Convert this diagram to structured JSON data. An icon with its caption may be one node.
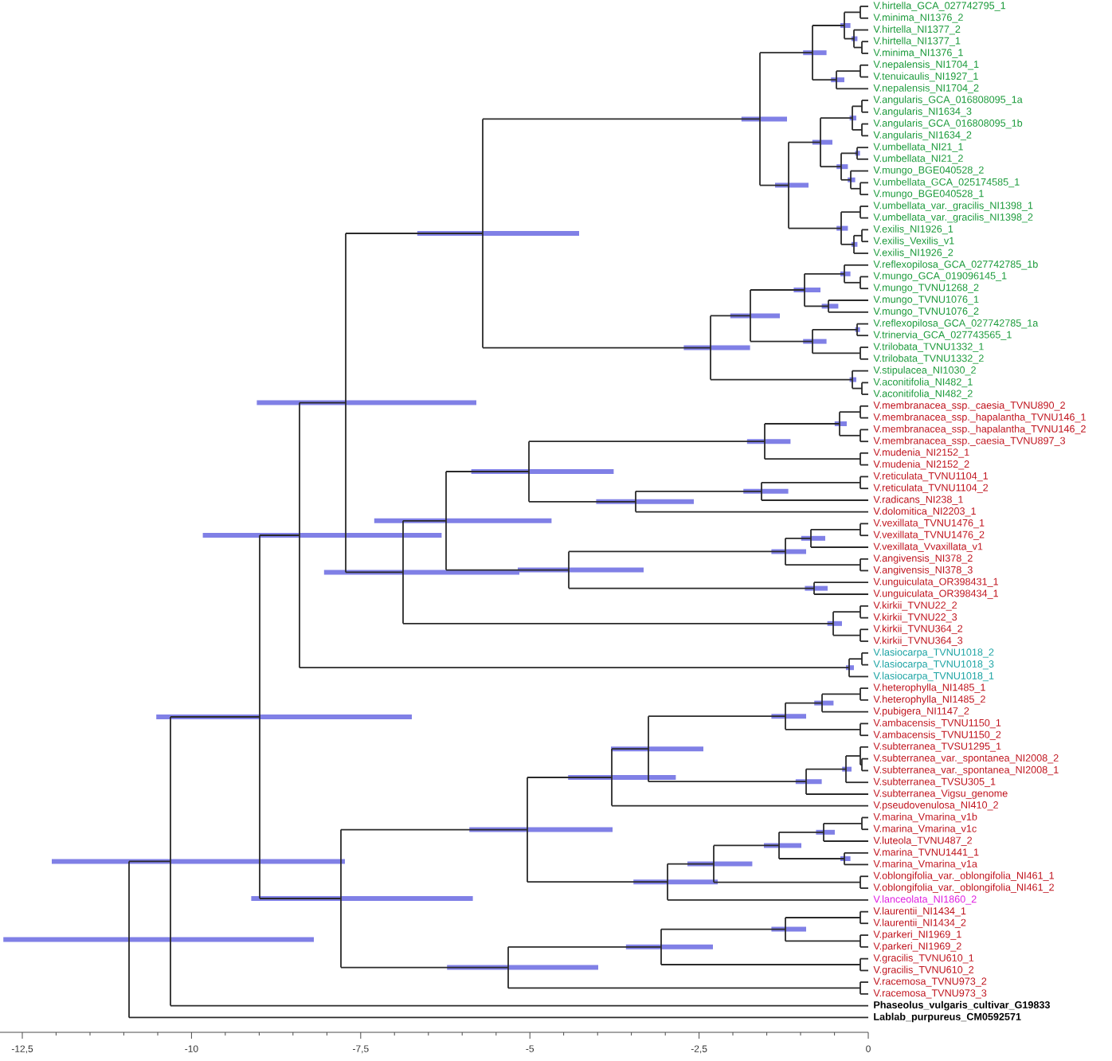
{
  "diagram": {
    "labels": [
      "V.hirtella_GCA_027742795_1",
      "V.minima_NI1376_2",
      "V.hirtella_NI1377_2",
      "V.hirtella_NI1377_1",
      "V.minima_NI1376_1",
      "V.nepalensis_NI1704_1",
      "V.tenuicaulis_NI1927_1",
      "V.nepalensis_NI1704_2",
      "V.angularis_GCA_016808095_1a",
      "V.angularis_NI1634_3",
      "V.angularis_GCA_016808095_1b",
      "V.angularis_NI1634_2",
      "V.umbellata_NI21_1",
      "V.umbellata_NI21_2",
      "V.mungo_BGE040528_2",
      "V.umbellata_GCA_025174585_1",
      "V.mungo_BGE040528_1",
      "V.umbellata_var._gracilis_NI1398_1",
      "V.umbellata_var._gracilis_NI1398_2",
      "V.exilis_NI1926_1",
      "V.exilis_Vexilis_v1",
      "V.exilis_NI1926_2",
      "V.reflexopilosa_GCA_027742785_1b",
      "V.mungo_GCA_019096145_1",
      "V.mungo_TVNU1268_2",
      "V.mungo_TVNU1076_1",
      "V.mungo_TVNU1076_2",
      "V.reflexopilosa_GCA_027742785_1a",
      "V.trinervia_GCA_027743565_1",
      "V.trilobata_TVNU1332_1",
      "V.trilobata_TVNU1332_2",
      "V.stipulacea_NI1030_2",
      "V.aconitifolia_NI482_1",
      "V.aconitifolia_NI482_2",
      "V.membranacea_ssp._caesia_TVNU890_2",
      "V.membranacea_ssp._hapalantha_TVNU146_1",
      "V.membranacea_ssp._hapalantha_TVNU146_2",
      "V.membranacea_ssp._caesia_TVNU897_3",
      "V.mudenia_NI2152_1",
      "V.mudenia_NI2152_2",
      "V.reticulata_TVNU1104_1",
      "V.reticulata_TVNU1104_2",
      "V.radicans_NI238_1",
      "V.dolomitica_NI2203_1",
      "V.vexillata_TVNU1476_1",
      "V.vexillata_TVNU1476_2",
      "V.vexillata_Vvaxillata_v1",
      "V.angivensis_NI378_2",
      "V.angivensis_NI378_3",
      "V.unguiculata_OR398431_1",
      "V.unguiculata_OR398434_1",
      "V.kirkii_TVNU22_2",
      "V.kirkii_TVNU22_3",
      "V.kirkii_TVNU364_2",
      "V.kirkii_TVNU364_3",
      "V.lasiocarpa_TVNU1018_2",
      "V.lasiocarpa_TVNU1018_3",
      "V.lasiocarpa_TVNU1018_1",
      "V.heterophylla_NI1485_1",
      "V.heterophylla_NI1485_2",
      "V.pubigera_NI1147_2",
      "V.ambacensis_TVNU1150_1",
      "V.ambacensis_TVNU1150_2",
      "V.subterranea_TVSU1295_1",
      "V.subterranea_var._spontanea_NI2008_2",
      "V.subterranea_var._spontanea_NI2008_1",
      "V.subterranea_TVSU305_1",
      "V.subterranea_Vigsu_genome",
      "V.pseudovenulosa_NI410_2",
      "V.marina_Vmarina_v1b",
      "V.marina_Vmarina_v1c",
      "V.luteola_TVNU487_2",
      "V.marina_TVNU1441_1",
      "V.marina_Vmarina_v1a",
      "V.oblongifolia_var._oblongifolia_NI461_1",
      "V.oblongifolia_var._oblongifolia_NI461_2",
      "V.lanceolata_NI1860_2",
      "V.laurentii_NI1434_1",
      "V.laurentii_NI1434_2",
      "V.parkeri_NI1969_1",
      "V.parkeri_NI1969_2",
      "V.gracilis_TVNU610_1",
      "V.gracilis_TVNU610_2",
      "V.racemosa_TVNU973_2",
      "V.racemosa_TVNU973_3",
      "Phaseolus_vulgaris_cultivar_G19833",
      "Lablab_purpureus_CM0592571",
      "-12,5",
      "-10",
      "-7,5",
      "-5",
      "-2,5",
      "0"
    ]
  }
}
